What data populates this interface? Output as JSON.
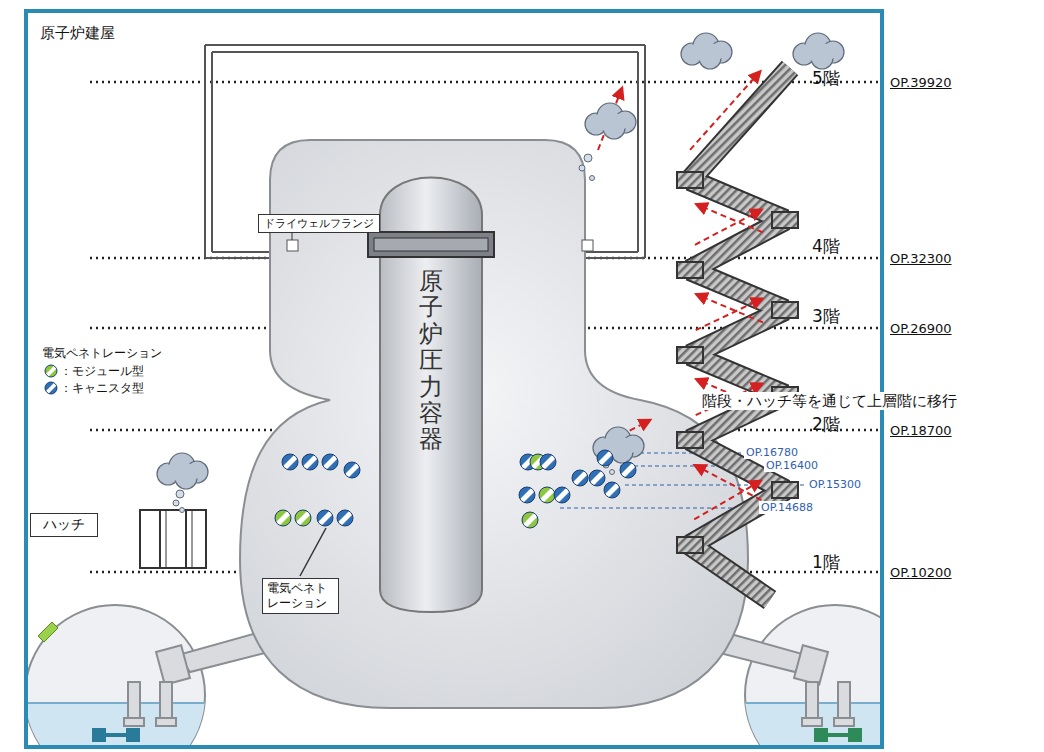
{
  "diagram": {
    "title": "原子炉建屋",
    "nodes": [
      {
        "text": [
          "ドライウェルフランジ"
        ]
      },
      {
        "text": [
          "原子炉圧力容器"
        ]
      },
      {
        "text": [
          "ハッチ"
        ]
      },
      {
        "text": [
          "電気ペネトレーション"
        ]
      }
    ],
    "labels": [
      "5階",
      "OP.39920",
      "4階",
      "OP.32300",
      "3階",
      "OP.26900",
      "階段・ハッチ等を通じて上層階に移行",
      "2階",
      "OP.18700",
      "OP.16780",
      "OP.16400",
      "OP.15300",
      "OP.14688",
      "1階",
      "OP.10200",
      "電気ペネトレーション"
    ],
    "legend": [
      {
        "text": "：モジュール型"
      },
      {
        "text": "：キャニスタ型"
      }
    ]
  }
}
